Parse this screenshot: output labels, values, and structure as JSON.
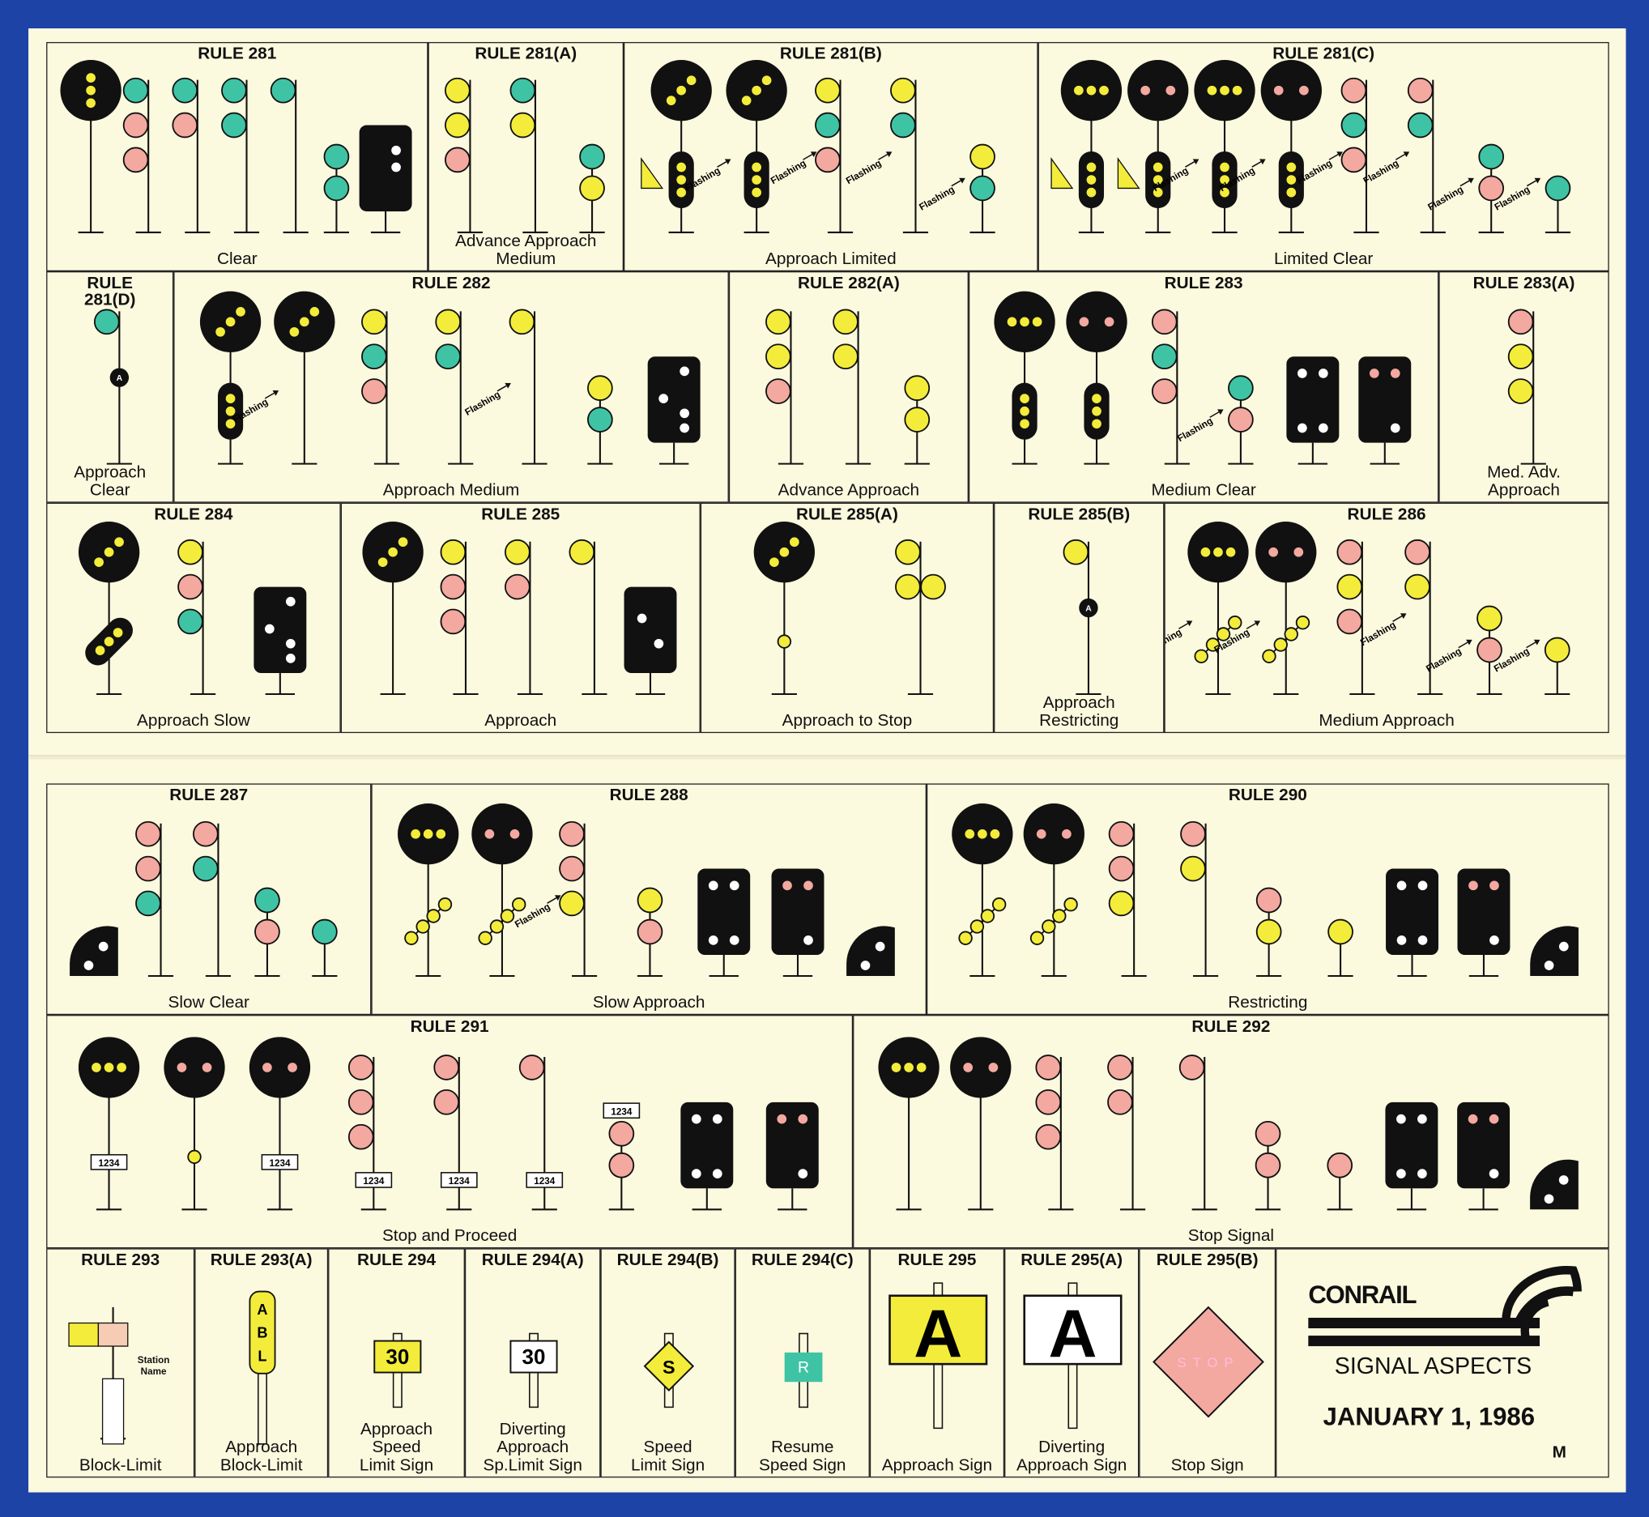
{
  "colors": {
    "G": "#3fc3a5",
    "Y": "#f3ec3a",
    "R": "#f3a8a0",
    "black": "#111111",
    "paper": "#fbf9de",
    "border": "#1d43a6"
  },
  "panels": [
    {
      "rule": "RULE 281",
      "caption": "Clear",
      "signals": [
        {
          "kind": "pos",
          "orient": "vertical",
          "dot": "Y"
        },
        {
          "kind": "mast",
          "lamps": [
            "G",
            "R",
            "R"
          ]
        },
        {
          "kind": "mast",
          "lamps": [
            "G",
            "R"
          ]
        },
        {
          "kind": "mast",
          "lamps": [
            "G",
            "G"
          ]
        },
        {
          "kind": "mast",
          "lamps": [
            "G"
          ]
        },
        {
          "kind": "dwarf",
          "lamps": [
            "G",
            "G"
          ]
        },
        {
          "kind": "pdwarf",
          "pattern": "vert2"
        }
      ]
    },
    {
      "rule": "RULE 281(A)",
      "caption": "Advance Approach\nMedium",
      "signals": [
        {
          "kind": "mast",
          "lamps": [
            "Y",
            "Y",
            "R"
          ]
        },
        {
          "kind": "mast",
          "lamps": [
            "G",
            "Y"
          ]
        },
        {
          "kind": "dwarf",
          "lamps": [
            "G",
            "Y"
          ]
        }
      ]
    },
    {
      "rule": "RULE 281(B)",
      "caption": "Approach Limited",
      "signals": [
        {
          "kind": "pos",
          "orient": "diagonal",
          "dot": "Y",
          "lower": "vertical",
          "marker": true
        },
        {
          "kind": "pos",
          "orient": "diagonal",
          "dot": "Y",
          "lower": "vertical",
          "flashing": "Flashing"
        },
        {
          "kind": "mast",
          "lamps": [
            "Y",
            "G",
            "R"
          ],
          "flashing": "Flashing"
        },
        {
          "kind": "mast",
          "lamps": [
            "Y",
            "G"
          ],
          "flashing": "Flashing"
        },
        {
          "kind": "dwarf",
          "lamps": [
            "Y",
            "G"
          ],
          "flashing": "Flashing"
        }
      ]
    },
    {
      "rule": "RULE 281(C)",
      "caption": "Limited Clear",
      "signals": [
        {
          "kind": "pos",
          "orient": "horizontal",
          "dot": "Y",
          "lower": "vertical",
          "marker": true
        },
        {
          "kind": "pos",
          "orient": "horizontal2",
          "dot": "R",
          "lower": "vertical",
          "marker": true
        },
        {
          "kind": "pos",
          "orient": "horizontal",
          "dot": "Y",
          "lower": "vertical",
          "flashing": "Flashing"
        },
        {
          "kind": "pos",
          "orient": "horizontal2",
          "dot": "R",
          "lower": "vertical",
          "flashing": "Flashing"
        },
        {
          "kind": "mast",
          "lamps": [
            "R",
            "G",
            "R"
          ],
          "flashing": "Flashing"
        },
        {
          "kind": "mast",
          "lamps": [
            "R",
            "G"
          ],
          "flashing": "Flashing"
        },
        {
          "kind": "dwarf",
          "lamps": [
            "G",
            "R"
          ],
          "flashing": "Flashing"
        },
        {
          "kind": "dwarf",
          "lamps": [
            "G"
          ],
          "flashing": "Flashing"
        }
      ]
    },
    {
      "rule": "RULE\n281(D)",
      "caption": "Approach\nClear",
      "signals": [
        {
          "kind": "mast",
          "lamps": [
            "G",
            "A"
          ],
          "marker_text": "A"
        }
      ]
    },
    {
      "rule": "RULE 282",
      "caption": "Approach Medium",
      "signals": [
        {
          "kind": "pos",
          "orient": "diagonal",
          "dot": "Y",
          "lower": "vertical"
        },
        {
          "kind": "pos",
          "orient": "diagonal",
          "dot": "Y",
          "flashing": "Flashing"
        },
        {
          "kind": "mast",
          "lamps": [
            "Y",
            "G",
            "R"
          ]
        },
        {
          "kind": "mast",
          "lamps": [
            "Y",
            "G"
          ]
        },
        {
          "kind": "mast",
          "lamps": [
            "Y"
          ],
          "flashing": "Flashing"
        },
        {
          "kind": "dwarf",
          "lamps": [
            "Y",
            "G"
          ]
        },
        {
          "kind": "pdwarf",
          "pattern": "corners"
        }
      ]
    },
    {
      "rule": "RULE 282(A)",
      "caption": "Advance Approach",
      "signals": [
        {
          "kind": "mast",
          "lamps": [
            "Y",
            "Y",
            "R"
          ]
        },
        {
          "kind": "mast",
          "lamps": [
            "Y",
            "Y"
          ]
        },
        {
          "kind": "dwarf",
          "lamps": [
            "Y",
            "Y"
          ]
        }
      ]
    },
    {
      "rule": "RULE 283",
      "caption": "Medium Clear",
      "signals": [
        {
          "kind": "pos",
          "orient": "horizontal",
          "dot": "Y",
          "lower": "vertical"
        },
        {
          "kind": "pos",
          "orient": "horizontal2",
          "dot": "R",
          "lower": "vertical"
        },
        {
          "kind": "mast",
          "lamps": [
            "R",
            "G",
            "R"
          ]
        },
        {
          "kind": "dwarf",
          "lamps": [
            "G",
            "R"
          ],
          "flashing": "Flashing"
        },
        {
          "kind": "pdwarf",
          "pattern": "quad"
        },
        {
          "kind": "pdwarf",
          "pattern": "quad-red"
        }
      ]
    },
    {
      "rule": "RULE 283(A)",
      "caption": "Med. Adv.\nApproach",
      "signals": [
        {
          "kind": "mast",
          "lamps": [
            "R",
            "Y",
            "Y"
          ]
        }
      ]
    },
    {
      "rule": "RULE 284",
      "caption": "Approach Slow",
      "signals": [
        {
          "kind": "pos",
          "orient": "diagonal",
          "dot": "Y",
          "lower": "diagonal"
        },
        {
          "kind": "mast",
          "lamps": [
            "Y",
            "R",
            "G"
          ]
        },
        {
          "kind": "pdwarf",
          "pattern": "corners"
        }
      ]
    },
    {
      "rule": "RULE 285",
      "caption": "Approach",
      "signals": [
        {
          "kind": "pos",
          "orient": "diagonal",
          "dot": "Y"
        },
        {
          "kind": "mast",
          "lamps": [
            "Y",
            "R",
            "R"
          ]
        },
        {
          "kind": "mast",
          "lamps": [
            "Y",
            "R"
          ]
        },
        {
          "kind": "mast",
          "lamps": [
            "Y"
          ]
        },
        {
          "kind": "pdwarf",
          "pattern": "diag"
        }
      ]
    },
    {
      "rule": "RULE 285(A)",
      "caption": "Approach to Stop",
      "signals": [
        {
          "kind": "pos",
          "orient": "diagonal",
          "dot": "Y",
          "lower": "lamp"
        },
        {
          "kind": "mast",
          "lamps": [
            "Y",
            "YY"
          ]
        }
      ]
    },
    {
      "rule": "RULE 285(B)",
      "caption": "Approach\nRestricting",
      "signals": [
        {
          "kind": "mast",
          "lamps": [
            "Y",
            "A"
          ],
          "marker_text": "A"
        }
      ]
    },
    {
      "rule": "RULE 286",
      "caption": "Medium Approach",
      "signals": [
        {
          "kind": "pos",
          "orient": "horizontal",
          "dot": "Y",
          "lower": "diaglamps",
          "flashing": "Flashing"
        },
        {
          "kind": "pos",
          "orient": "horizontal2",
          "dot": "R",
          "lower": "diaglamps",
          "flashing": "Flashing"
        },
        {
          "kind": "mast",
          "lamps": [
            "R",
            "Y",
            "R"
          ]
        },
        {
          "kind": "mast",
          "lamps": [
            "R",
            "Y"
          ],
          "flashing": "Flashing"
        },
        {
          "kind": "dwarf",
          "lamps": [
            "Y",
            "R"
          ],
          "flashing": "Flashing"
        },
        {
          "kind": "dwarf",
          "lamps": [
            "Y"
          ],
          "flashing": "Flashing"
        }
      ]
    },
    {
      "rule": "RULE 287",
      "caption": "Slow Clear",
      "signals": [
        {
          "kind": "quarter"
        },
        {
          "kind": "mast",
          "lamps": [
            "R",
            "R",
            "G"
          ]
        },
        {
          "kind": "mast",
          "lamps": [
            "R",
            "G"
          ]
        },
        {
          "kind": "dwarf",
          "lamps": [
            "G",
            "R"
          ]
        },
        {
          "kind": "dwarf",
          "lamps": [
            "G"
          ]
        }
      ]
    },
    {
      "rule": "RULE 288",
      "caption": "Slow Approach",
      "signals": [
        {
          "kind": "pos",
          "orient": "horizontal",
          "dot": "Y",
          "lower": "diaglamps"
        },
        {
          "kind": "pos",
          "orient": "horizontal2",
          "dot": "R",
          "lower": "diaglamps"
        },
        {
          "kind": "mast",
          "lamps": [
            "R",
            "R",
            "Y"
          ],
          "flashing": "Flashing"
        },
        {
          "kind": "dwarf",
          "lamps": [
            "Y",
            "R"
          ]
        },
        {
          "kind": "pdwarf",
          "pattern": "quad"
        },
        {
          "kind": "pdwarf",
          "pattern": "quad-red"
        },
        {
          "kind": "quarter"
        }
      ]
    },
    {
      "rule": "RULE 290",
      "caption": "Restricting",
      "signals": [
        {
          "kind": "pos",
          "orient": "horizontal",
          "dot": "Y",
          "lower": "diaglamps"
        },
        {
          "kind": "pos",
          "orient": "horizontal2",
          "dot": "R",
          "lower": "diaglamps"
        },
        {
          "kind": "mast",
          "lamps": [
            "R",
            "R",
            "Y"
          ]
        },
        {
          "kind": "mast",
          "lamps": [
            "R",
            "Y"
          ]
        },
        {
          "kind": "dwarf",
          "lamps": [
            "R",
            "Y"
          ]
        },
        {
          "kind": "dwarf",
          "lamps": [
            "Y"
          ]
        },
        {
          "kind": "pdwarf",
          "pattern": "quad"
        },
        {
          "kind": "pdwarf",
          "pattern": "quad-red"
        },
        {
          "kind": "quarter"
        }
      ]
    },
    {
      "rule": "RULE 291",
      "caption": "Stop and Proceed",
      "signals": [
        {
          "kind": "pos",
          "orient": "horizontal",
          "dot": "Y",
          "plate": "1234"
        },
        {
          "kind": "pos",
          "orient": "horizontal2",
          "dot": "R",
          "lower": "lamp"
        },
        {
          "kind": "pos",
          "orient": "horizontal2",
          "dot": "R",
          "plate": "1234"
        },
        {
          "kind": "mast",
          "lamps": [
            "R",
            "R",
            "R"
          ],
          "plate": "1234"
        },
        {
          "kind": "mast",
          "lamps": [
            "R",
            "R"
          ],
          "plate": "1234"
        },
        {
          "kind": "mast",
          "lamps": [
            "R"
          ],
          "plate": "1234"
        },
        {
          "kind": "dwarf",
          "lamps": [
            "R",
            "R"
          ],
          "plate": "1234"
        },
        {
          "kind": "pdwarf",
          "pattern": "quad"
        },
        {
          "kind": "pdwarf",
          "pattern": "quad-red"
        }
      ]
    },
    {
      "rule": "RULE 292",
      "caption": "Stop Signal",
      "signals": [
        {
          "kind": "pos",
          "orient": "horizontal",
          "dot": "Y"
        },
        {
          "kind": "pos",
          "orient": "horizontal2",
          "dot": "R"
        },
        {
          "kind": "mast",
          "lamps": [
            "R",
            "R",
            "R"
          ]
        },
        {
          "kind": "mast",
          "lamps": [
            "R",
            "R"
          ]
        },
        {
          "kind": "mast",
          "lamps": [
            "R"
          ]
        },
        {
          "kind": "dwarf",
          "lamps": [
            "R",
            "R"
          ]
        },
        {
          "kind": "dwarf",
          "lamps": [
            "R"
          ]
        },
        {
          "kind": "pdwarf",
          "pattern": "quad"
        },
        {
          "kind": "pdwarf",
          "pattern": "quad-red"
        },
        {
          "kind": "quarter"
        }
      ]
    },
    {
      "rule": "RULE 293",
      "caption": "Block-Limit",
      "sign": "block-limit",
      "sign_text": "Station\nName"
    },
    {
      "rule": "RULE 293(A)",
      "caption": "Approach\nBlock-Limit",
      "sign": "abl",
      "sign_text": "A B L"
    },
    {
      "rule": "RULE 294",
      "caption": "Approach\nSpeed\nLimit Sign",
      "sign": "speed-yellow",
      "sign_text": "30"
    },
    {
      "rule": "RULE 294(A)",
      "caption": "Diverting\nApproach\nSp.Limit Sign",
      "sign": "speed-white",
      "sign_text": "30"
    },
    {
      "rule": "RULE 294(B)",
      "caption": "Speed\nLimit Sign",
      "sign": "diamond",
      "sign_text": "S"
    },
    {
      "rule": "RULE 294(C)",
      "caption": "Resume\nSpeed Sign",
      "sign": "resume",
      "sign_text": "R"
    },
    {
      "rule": "RULE 295",
      "caption": "Approach Sign",
      "sign": "a-yellow",
      "sign_text": "A"
    },
    {
      "rule": "RULE 295(A)",
      "caption": "Diverting\nApproach Sign",
      "sign": "a-white",
      "sign_text": "A"
    },
    {
      "rule": "RULE 295(B)",
      "caption": "Stop Sign",
      "sign": "stop",
      "sign_text": "STOP"
    }
  ],
  "logo": {
    "brand": "CONRAIL",
    "title": "SIGNAL ASPECTS",
    "date": "JANUARY 1, 1986",
    "mark": "M"
  }
}
